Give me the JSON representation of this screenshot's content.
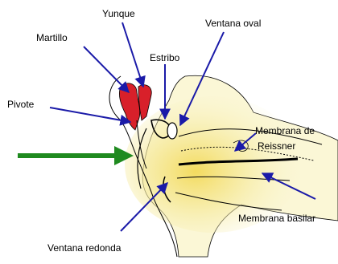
{
  "labels": {
    "yunque": "Yunque",
    "martillo": "Martillo",
    "estribo": "Estribo",
    "ventana_oval": "Ventana oval",
    "pivote": "Pivote",
    "membrana_reissner_1": "Membrana de",
    "membrana_reissner_2": "Reissner",
    "membrana_basilar": "Membrana basilar",
    "ventana_redonda": "Ventana redonda"
  },
  "colors": {
    "pointer_lines": "#1a1aa8",
    "input_arrow": "#1f8a1f",
    "ossicles": "#d8202a",
    "cochlea_fill": "#f6f1b8",
    "cochlea_glow": "#f2d64a"
  }
}
